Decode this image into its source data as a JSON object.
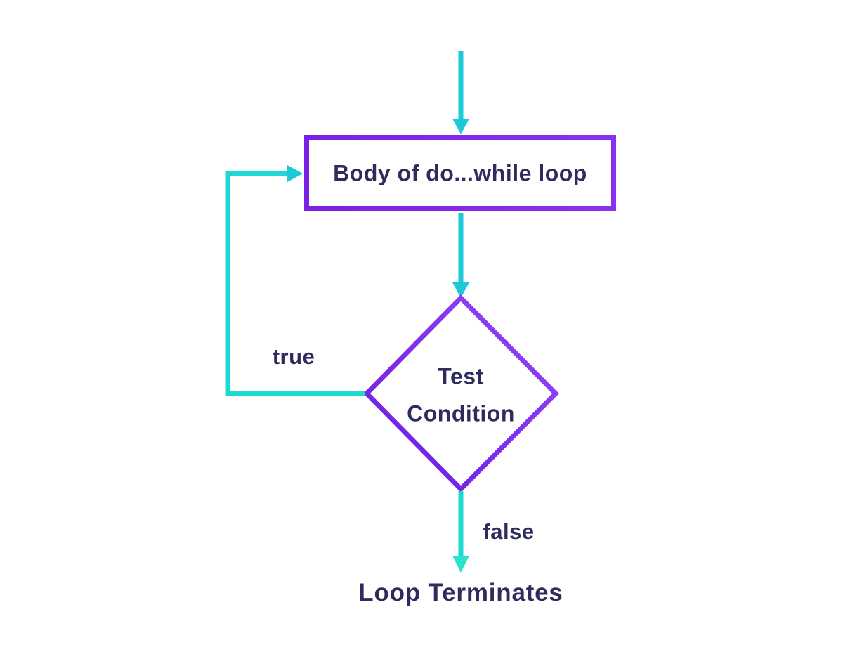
{
  "diagram": {
    "kind": "flowchart",
    "subject": "do...while loop",
    "background": "#FFFFFF",
    "colors": {
      "teal": "#1CC9D6",
      "teal_mid": "#1FD8D2",
      "teal_light": "#2BE3CC",
      "purple": "#7E28EA",
      "purple_dark": "#6A1ADE",
      "purple_light": "#9747F7",
      "rect_purple_left": "#7B20E6",
      "rect_purple_right": "#8A31F0",
      "text_navy": "#2E2B5E"
    },
    "nodes": {
      "body": {
        "type": "process",
        "label": "Body of do...while loop"
      },
      "condition": {
        "type": "decision",
        "label_line1": "Test",
        "label_line2": "Condition"
      },
      "terminate": {
        "type": "terminal-text",
        "label": "Loop Terminates"
      }
    },
    "edges": {
      "entry": {
        "from": "start",
        "to": "body",
        "label": ""
      },
      "body_to_condition": {
        "from": "body",
        "to": "condition",
        "label": ""
      },
      "true_branch": {
        "from": "condition",
        "to": "body",
        "label": "true"
      },
      "false_branch": {
        "from": "condition",
        "to": "terminate",
        "label": "false"
      }
    }
  }
}
